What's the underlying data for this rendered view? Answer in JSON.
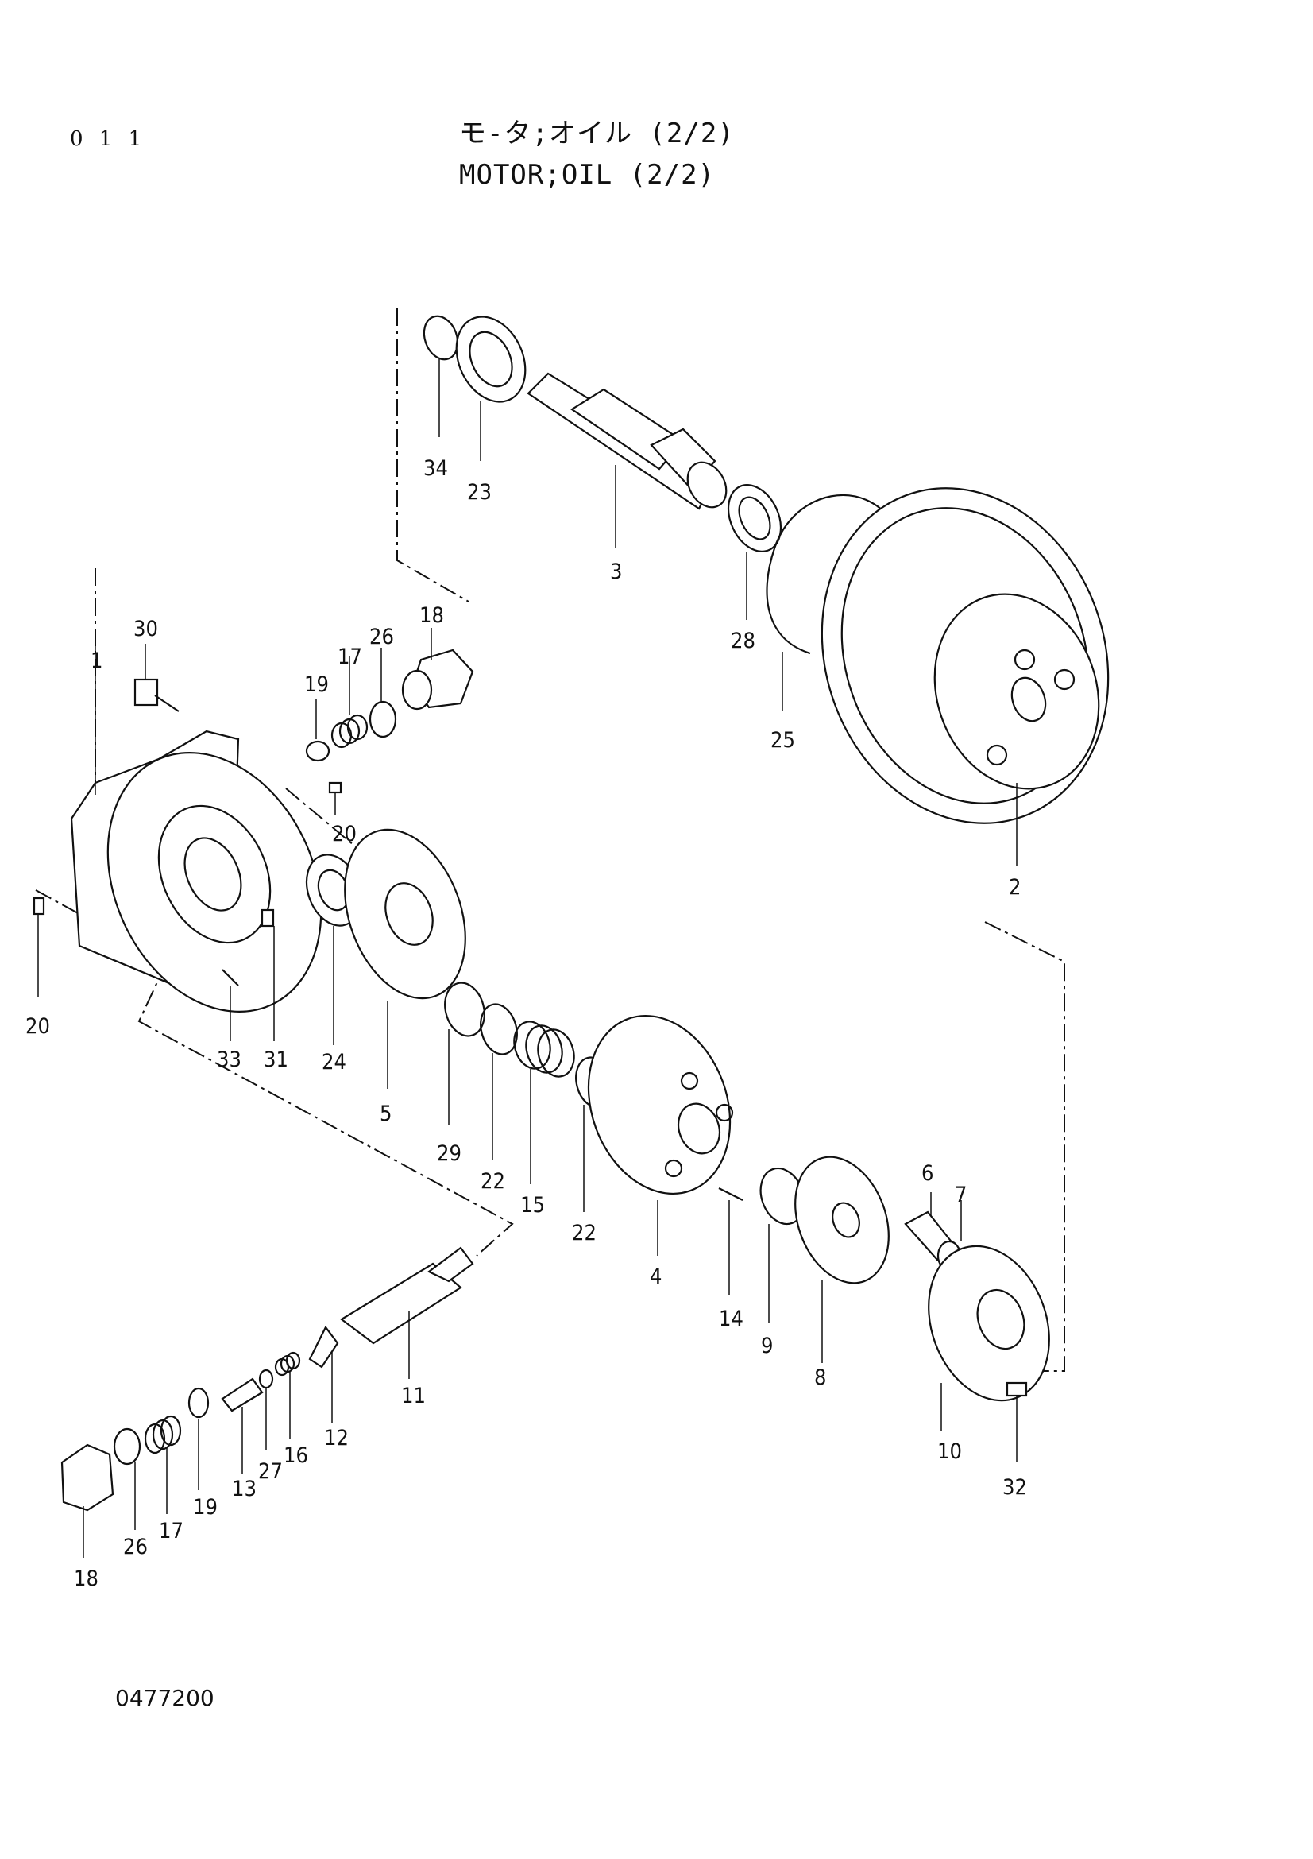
{
  "header": {
    "page_number": "0 1 1",
    "title_jp": "モ-タ;オイル (2/2)",
    "title_en": "MOTOR;OIL (2/2)"
  },
  "footer": {
    "doc_code": "0477200"
  },
  "callouts": {
    "c34": "34",
    "c23": "23",
    "c3": "3",
    "c28": "28",
    "c25": "25",
    "c2": "2",
    "c30": "30",
    "c1": "1",
    "c18a": "18",
    "c26a": "26",
    "c17a": "17",
    "c19a": "19",
    "c20a": "20",
    "c20b": "20",
    "c33": "33",
    "c31": "31",
    "c24": "24",
    "c5": "5",
    "c29": "29",
    "c22a": "22",
    "c15": "15",
    "c22b": "22",
    "c4": "4",
    "c14": "14",
    "c9": "9",
    "c8": "8",
    "c6": "6",
    "c7": "7",
    "c10": "10",
    "c32": "32",
    "c11": "11",
    "c12": "12",
    "c16": "16",
    "c27": "27",
    "c13": "13",
    "c19b": "19",
    "c17b": "17",
    "c26b": "26",
    "c18b": "18"
  }
}
